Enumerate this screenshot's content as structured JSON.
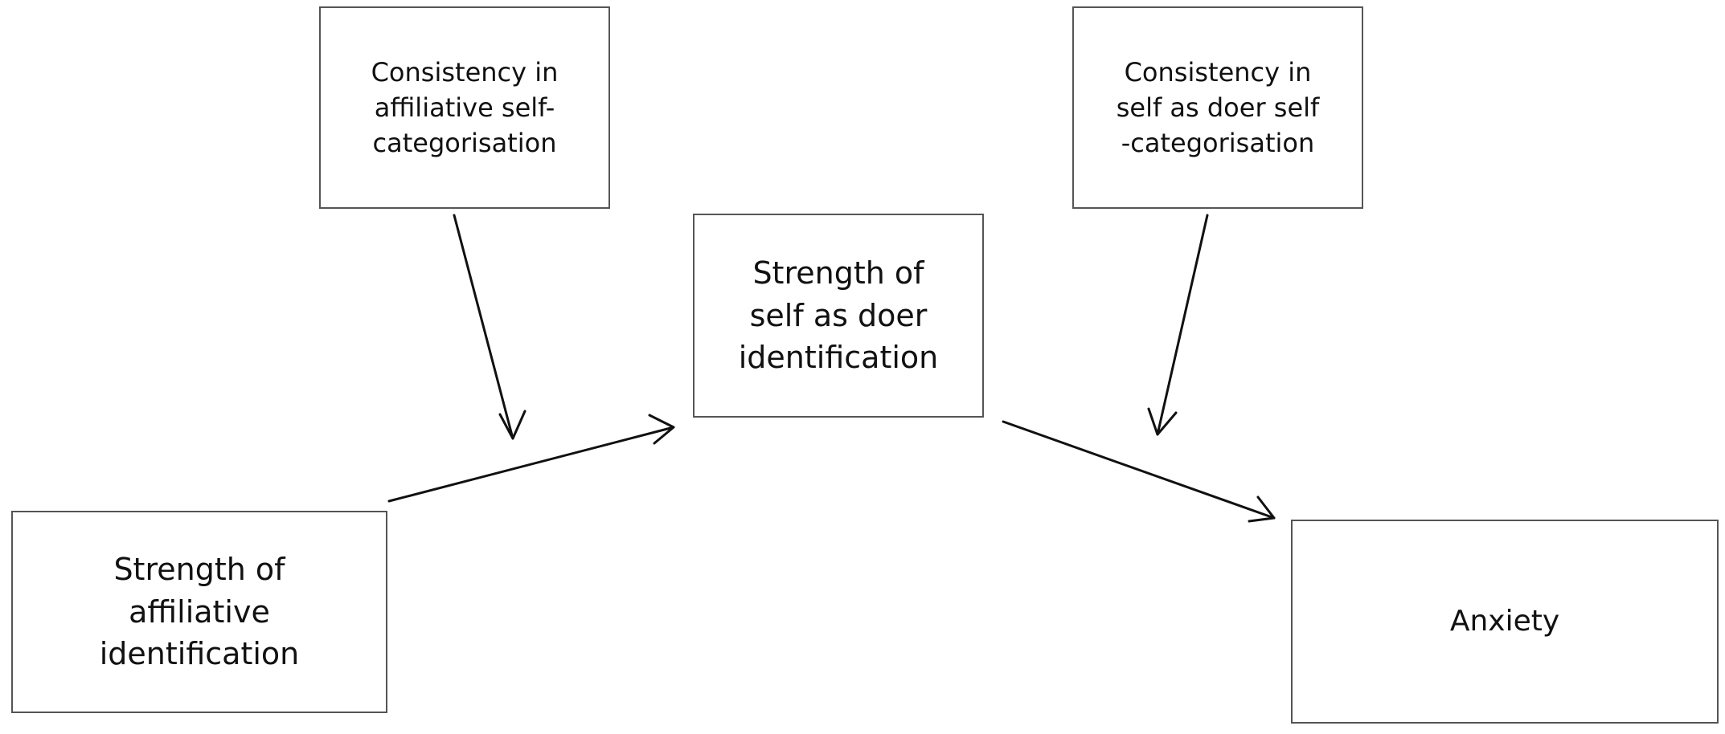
{
  "nodes": {
    "moderator_affiliative": {
      "lines": [
        "Consistency in",
        "affiliative self-",
        "categorisation"
      ]
    },
    "moderator_doer": {
      "lines": [
        "Consistency in",
        "self as doer self",
        "-categorisation"
      ]
    },
    "mediator": {
      "lines": [
        "Strength of",
        "self as doer",
        "identification"
      ]
    },
    "predictor": {
      "lines": [
        "Strength of",
        "affiliative",
        "identification"
      ]
    },
    "outcome": {
      "lines": [
        "Anxiety"
      ]
    }
  },
  "edges": [
    {
      "from": "predictor",
      "to": "mediator"
    },
    {
      "from": "mediator",
      "to": "outcome"
    },
    {
      "from": "moderator_affiliative",
      "to": "predictor-mediator-path"
    },
    {
      "from": "moderator_doer",
      "to": "mediator-outcome-path"
    }
  ]
}
